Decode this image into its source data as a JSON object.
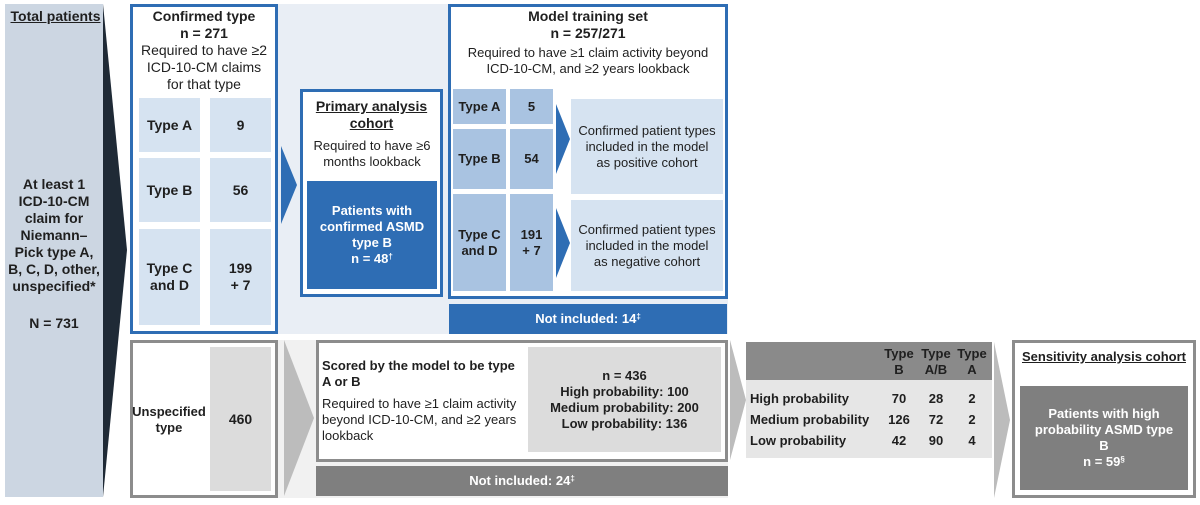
{
  "total": {
    "title": "Total patients",
    "body": "At least 1 ICD-10-CM claim for Niemann–Pick type A, B, C, D, other, unspecified*",
    "n": "N = 731"
  },
  "confirmed": {
    "title": "Confirmed type",
    "n": "n = 271",
    "requirement": "Required to have ≥2 ICD-10-CM claims for that type",
    "rows": [
      {
        "label": "Type A",
        "value": "9"
      },
      {
        "label": "Type B",
        "value": "56"
      },
      {
        "label": "Type C and D",
        "value": "199 + 7"
      }
    ]
  },
  "primary": {
    "title": "Primary analysis cohort",
    "requirement": "Required to have ≥6 months lookback",
    "box_text": "Patients with confirmed ASMD type B",
    "box_n": "n = 48",
    "box_mark": "†"
  },
  "training": {
    "title": "Model training set",
    "n": "n = 257/271",
    "requirement": "Required to have ≥1 claim activity beyond ICD-10-CM, and ≥2 years lookback",
    "rows": [
      {
        "label": "Type A",
        "value": "5"
      },
      {
        "label": "Type B",
        "value": "54"
      },
      {
        "label": "Type C and D",
        "value": "191 + 7"
      }
    ],
    "positive_text": "Confirmed patient types included in the model as positive cohort",
    "negative_text": "Confirmed patient types included in the model as negative cohort",
    "not_included": "Not included: 14",
    "not_included_mark": "‡"
  },
  "unspecified": {
    "label": "Unspecified type",
    "value": "460"
  },
  "scored": {
    "title": "Scored by the model to be type A or B",
    "requirement": "Required to have ≥1 claim activity beyond ICD-10-CM, and ≥2 years lookback",
    "n": "n = 436",
    "high": "High probability: 100",
    "medium": "Medium probability: 200",
    "low": "Low probability: 136",
    "not_included": "Not included: 24",
    "not_included_mark": "‡"
  },
  "prob_table": {
    "columns": [
      "Type B",
      "Type A/B",
      "Type A"
    ],
    "rows": [
      {
        "label": "High probability",
        "values": [
          "70",
          "28",
          "2"
        ]
      },
      {
        "label": "Medium probability",
        "values": [
          "126",
          "72",
          "2"
        ]
      },
      {
        "label": "Low probability",
        "values": [
          "42",
          "90",
          "4"
        ]
      }
    ]
  },
  "sensitivity": {
    "title": "Sensitivity analysis cohort",
    "box_text": "Patients with high probability ASMD type B",
    "box_n": "n = 59",
    "box_mark": "§"
  },
  "colors": {
    "blue_dark": "#2e6db4",
    "blue_mid": "#a9c3e1",
    "blue_light": "#d6e3f1",
    "grey_dark": "#7f7f7f",
    "grey_light": "#dcdcdc",
    "total_bg": "#c9d4e1"
  }
}
